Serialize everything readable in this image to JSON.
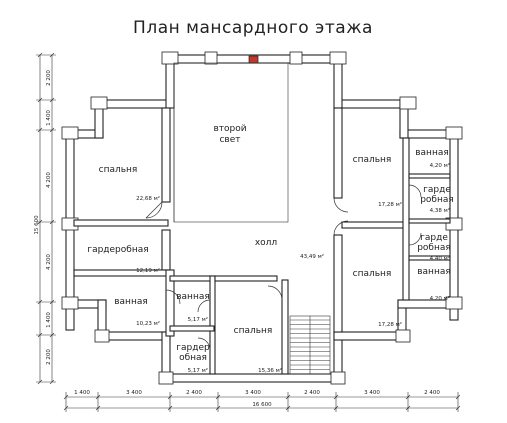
{
  "title": "План мансардного этажа",
  "rooms": {
    "second_light": [
      "второй",
      "свет"
    ],
    "bedroom_left": "спальня",
    "wardrobe_left": "гардеробная",
    "bath_left": "ванная",
    "bath_center": "ванная",
    "wardrobe_center": [
      "гардер",
      "обная"
    ],
    "bedroom_center": "спальня",
    "hall": "холл",
    "bedroom_right_top": "спальня",
    "bedroom_right_bottom": "спальня",
    "bath_right_top": "ванная",
    "wardrobe_right_top": [
      "гарде",
      "робная"
    ],
    "wardrobe_right_bottom": [
      "гарде",
      "робная"
    ],
    "bath_right_bottom": "ванная"
  },
  "areas": {
    "bedroom_left": "22,68 м²",
    "wardrobe_left": "12,19 м²",
    "bath_left": "10,23 м²",
    "bath_center": "5,17 м²",
    "wardrobe_center": "5,17 м²",
    "bedroom_center": "15,36 м²",
    "hall": "43,49 м²",
    "bedroom_right_top": "17,28 м²",
    "bath_right_top": "4,20 м²",
    "wardrobe_right_top": "4,38 м²",
    "wardrobe_right_bottom": "4,40 м²",
    "bath_right_bottom": "4,20 м²",
    "bedroom_right_bottom": "17,28 м²"
  },
  "dims_bottom": [
    "1 400",
    "3 400",
    "2 400",
    "3 400",
    "2 400",
    "3 400",
    "2 400"
  ],
  "dims_total": "16 600",
  "dims_left": [
    "2 200",
    "1 400",
    "4 200",
    "4 200",
    "1 400",
    "2 200"
  ],
  "dims_left_total": "15 600",
  "colors": {
    "line": "#222222",
    "chimney": "#c0392b"
  }
}
